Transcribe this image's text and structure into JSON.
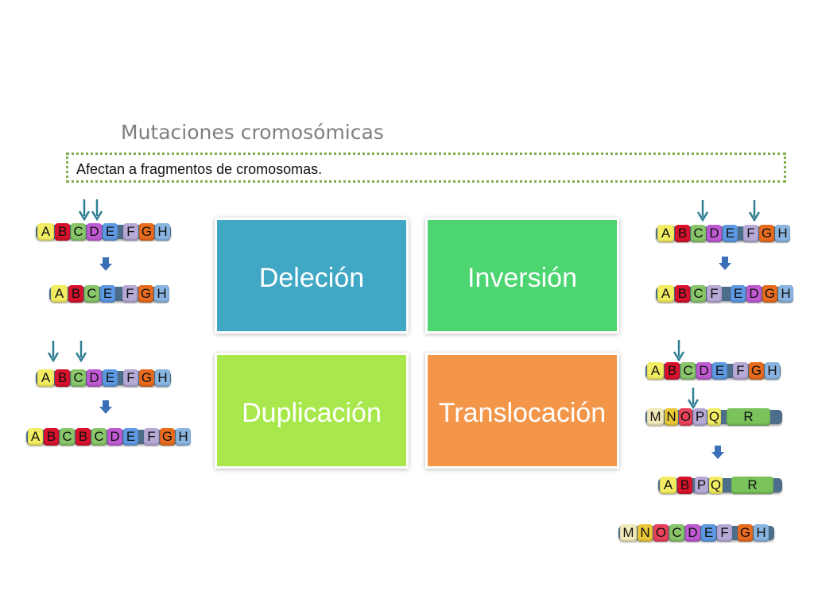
{
  "title": "Mutaciones cromosómicas",
  "subtitle": "Afectan a fragmentos de cromosomas.",
  "cards": [
    {
      "label": "Deleción",
      "color": "#40a8c4"
    },
    {
      "label": "Inversión",
      "color": "#4cd571"
    },
    {
      "label": "Duplicación",
      "color": "#a9e84c"
    },
    {
      "label": "Translocación",
      "color": "#f4964a"
    }
  ],
  "gene_colors": {
    "A": "#f3ed62",
    "B": "#d8122c",
    "C": "#89c66a",
    "D": "#c05ad3",
    "E": "#5e9ae3",
    "F": "#b6a9d6",
    "G": "#e86b1e",
    "H": "#8ab5e1",
    "M": "#f1eaba",
    "N": "#e9c838",
    "O": "#e8425a",
    "P": "#b6a9d6",
    "Q": "#f3ed62",
    "R": "#7ac25a"
  },
  "chromosomes": [
    {
      "id": "del-before",
      "genes": [
        "A",
        "B",
        "C",
        "D",
        "E",
        "F",
        "G",
        "H"
      ]
    },
    {
      "id": "del-after",
      "genes": [
        "A",
        "B",
        "C",
        "E",
        "F",
        "G",
        "H"
      ]
    },
    {
      "id": "dup-before",
      "genes": [
        "A",
        "B",
        "C",
        "D",
        "E",
        "F",
        "G",
        "H"
      ]
    },
    {
      "id": "dup-after",
      "genes": [
        "A",
        "B",
        "C",
        "B",
        "C",
        "D",
        "E",
        "F",
        "G",
        "H"
      ]
    },
    {
      "id": "inv-before",
      "genes": [
        "A",
        "B",
        "C",
        "D",
        "E",
        "F",
        "G",
        "H"
      ]
    },
    {
      "id": "inv-after",
      "genes": [
        "A",
        "B",
        "C",
        "F",
        "E",
        "D",
        "G",
        "H"
      ]
    },
    {
      "id": "trans-before-1",
      "genes": [
        "A",
        "B",
        "C",
        "D",
        "E",
        "F",
        "G",
        "H"
      ]
    },
    {
      "id": "trans-before-2",
      "genes": [
        "M",
        "N",
        "O",
        "P",
        "Q",
        "R"
      ]
    },
    {
      "id": "trans-after-1",
      "genes": [
        "A",
        "B",
        "P",
        "Q",
        "R"
      ]
    },
    {
      "id": "trans-after-2",
      "genes": [
        "M",
        "N",
        "O",
        "C",
        "D",
        "E",
        "F",
        "G",
        "H"
      ]
    }
  ]
}
